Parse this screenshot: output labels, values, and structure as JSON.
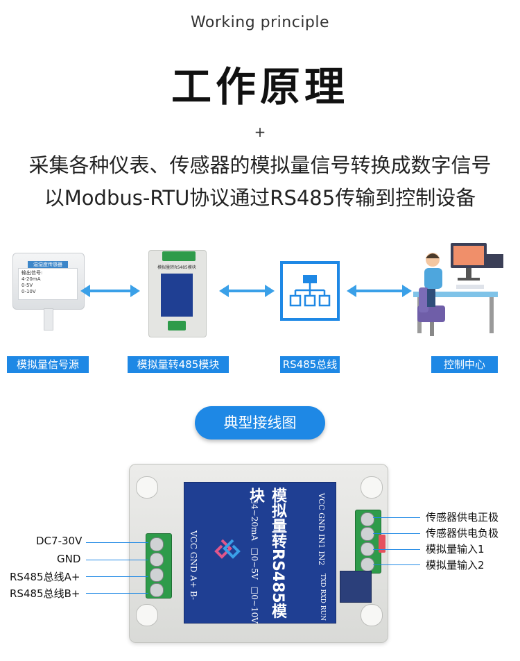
{
  "header": {
    "subtitle_en": "Working principle",
    "title_cn": "工作原理",
    "plus": "+",
    "desc_line1": "采集各种仪表、传感器的模拟量信号转换成数字信号",
    "desc_line2": "以Modbus-RTU协议通过RS485传输到控制设备"
  },
  "flow": {
    "nodes": [
      {
        "label": "模拟量信号源"
      },
      {
        "label": "模拟量转485模块"
      },
      {
        "label": "RS485总线"
      },
      {
        "label": "控制中心"
      }
    ],
    "sensor_title": "温湿度传感器",
    "sensor_lines": [
      "输出信号:",
      "4-20mA",
      "0-5V",
      "0-10V"
    ],
    "module_small_title": "模拟量转RS485模块"
  },
  "wiring": {
    "pill_label": "典型接线图",
    "left_labels": [
      "DC7-30V",
      "GND",
      "RS485总线A+",
      "RS485总线B+"
    ],
    "right_labels": [
      "传感器供电正极",
      "传感器供电负极",
      "模拟量输入1",
      "模拟量输入2"
    ],
    "module_title": "模拟量转RS485模块",
    "module_ranges": [
      "□4~20mA",
      "□0~5V",
      "□0~10V"
    ],
    "left_terminal_text": "VCC  GND  A+  B-",
    "right_terminal_text": "VCC GND IN1 IN2",
    "led_text": "TXD RXD RUN"
  },
  "colors": {
    "accent": "#1e88e5",
    "arrow": "#3aa0e8",
    "module_blue": "#1f3f93",
    "terminal_green": "#2e9b4a",
    "case_gray": "#e2e3e0"
  }
}
